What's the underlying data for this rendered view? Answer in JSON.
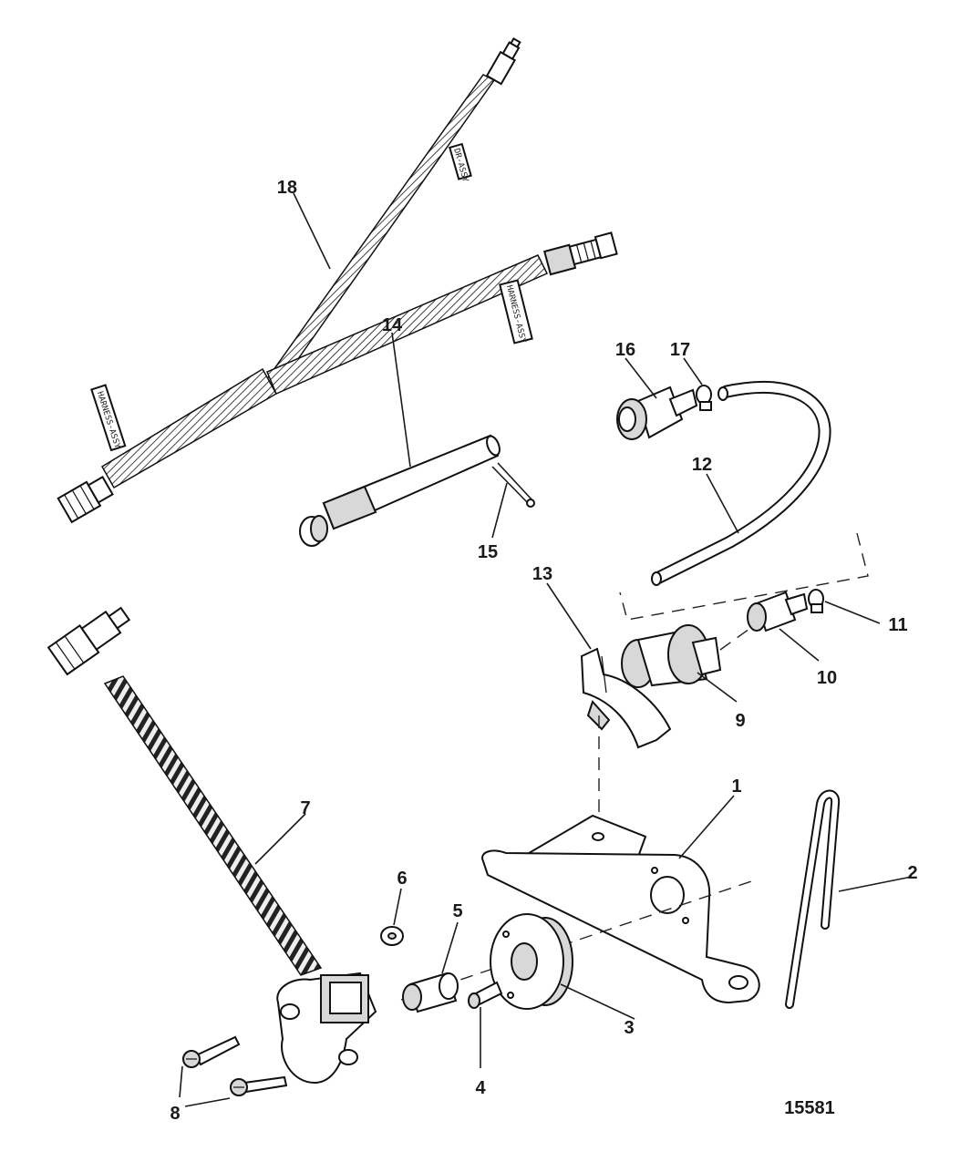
{
  "figure_number": "15581",
  "callouts": [
    "1",
    "2",
    "3",
    "4",
    "5",
    "6",
    "7",
    "8",
    "9",
    "10",
    "11",
    "12",
    "13",
    "14",
    "15",
    "16",
    "17",
    "18"
  ],
  "harness_tags": {
    "main": "HARNESS-ASSY",
    "branch_a": "DR-ASSY",
    "branch_b": "HARNESS-ASSY"
  }
}
